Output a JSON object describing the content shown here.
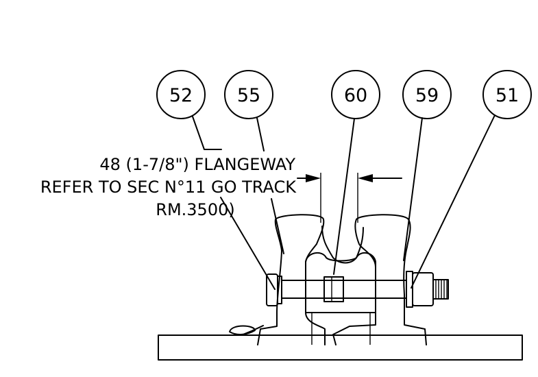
{
  "callouts": [
    "52",
    "55",
    "60",
    "59",
    "51"
  ],
  "note": {
    "line1": "48 (1-7/8\") FLANGEWAY",
    "line2": "REFER TO SEC N°11 GO TRACK",
    "line3": "RM.3500)"
  },
  "colors": {
    "ink": "#000000",
    "paper": "#ffffff"
  }
}
